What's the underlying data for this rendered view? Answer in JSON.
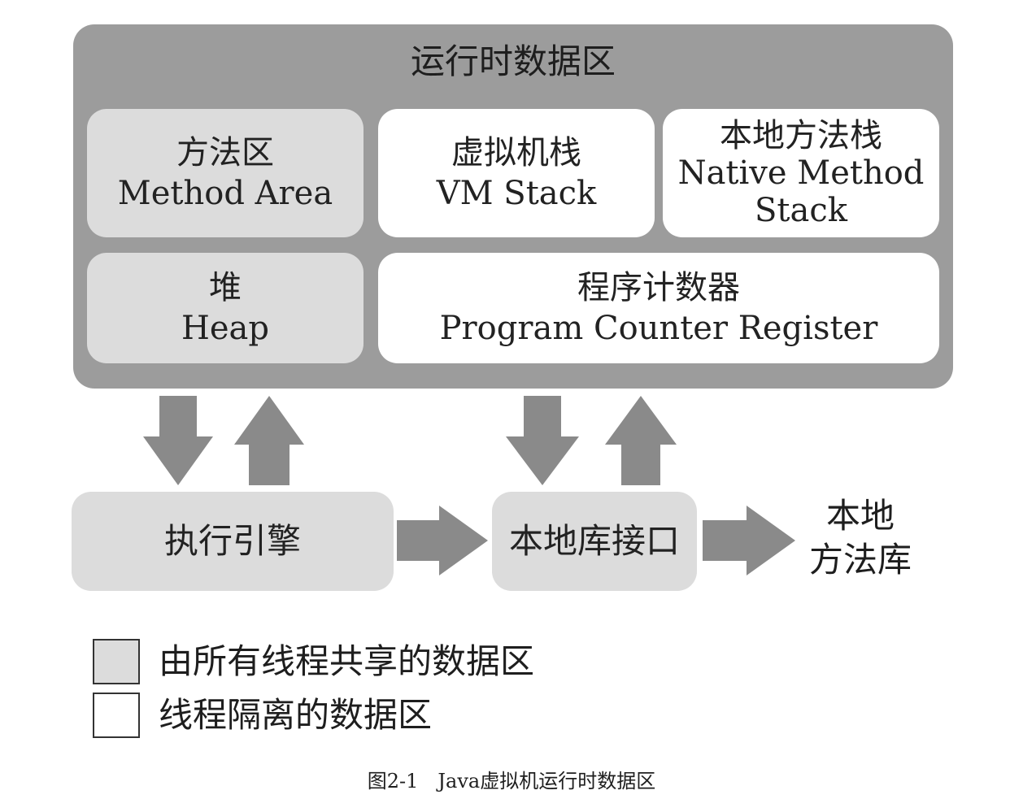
{
  "diagram": {
    "runtime_area": {
      "title": "运行时数据区"
    },
    "method_area": {
      "zh": "方法区",
      "en": "Method Area"
    },
    "vm_stack": {
      "zh": "虚拟机栈",
      "en": "VM Stack"
    },
    "native_method_stack": {
      "zh": "本地方法栈",
      "en_line1": "Native Method",
      "en_line2": "Stack"
    },
    "heap": {
      "zh": "堆",
      "en": "Heap"
    },
    "pc_register": {
      "zh": "程序计数器",
      "en": "Program Counter Register"
    },
    "execution_engine": {
      "label": "执行引擎"
    },
    "native_interface": {
      "label": "本地库接口"
    },
    "native_library": {
      "line1": "本地",
      "line2": "方法库"
    }
  },
  "legend": {
    "shared": "由所有线程共享的数据区",
    "isolated": "线程隔离的数据区"
  },
  "caption": "图2-1　Java虚拟机运行时数据区",
  "colors": {
    "container": "#9c9c9c",
    "shared": "#dcdcdc",
    "isolated": "#ffffff",
    "arrow": "#8a8a8a"
  }
}
